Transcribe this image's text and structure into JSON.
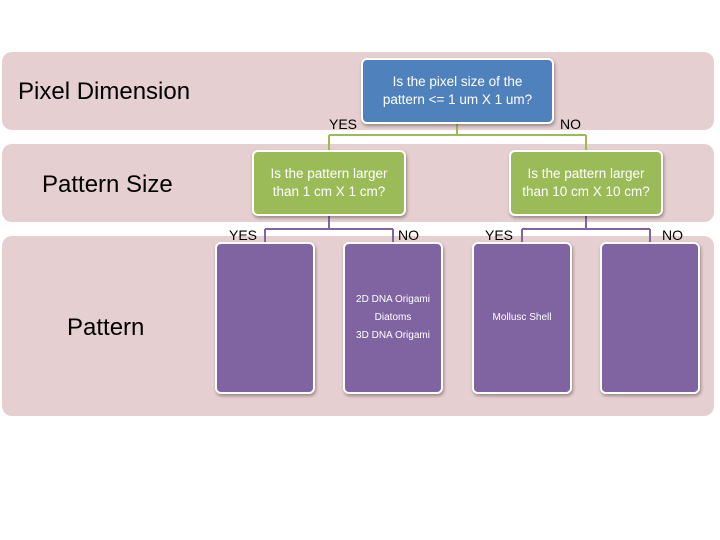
{
  "bands": {
    "pixel_dimension": "Pixel Dimension",
    "pattern_size": "Pattern Size",
    "pattern": "Pattern"
  },
  "nodes": {
    "root_question": "Is the pixel size of the pattern <= 1 um X 1 um?",
    "left_question": "Is the pattern larger than 1 cm X 1 cm?",
    "right_question": "Is the pattern larger than 10 cm X 10 cm?",
    "leaf_1_items": [],
    "leaf_2_items": [
      "2D DNA Origami",
      "Diatoms",
      "3D DNA Origami"
    ],
    "leaf_3_items": [
      "Mollusc Shell"
    ],
    "leaf_4_items": []
  },
  "edge_labels": {
    "root_yes": "YES",
    "root_no": "NO",
    "left_yes": "YES",
    "left_no": "NO",
    "right_yes": "YES",
    "right_no": "NO"
  },
  "colors": {
    "band": "#e6cfd0",
    "root_node": "#4f81bd",
    "question_node": "#9bbb59",
    "leaf_node": "#8064a2",
    "connector_green": "#9bbb59",
    "connector_purple": "#8064a2"
  }
}
